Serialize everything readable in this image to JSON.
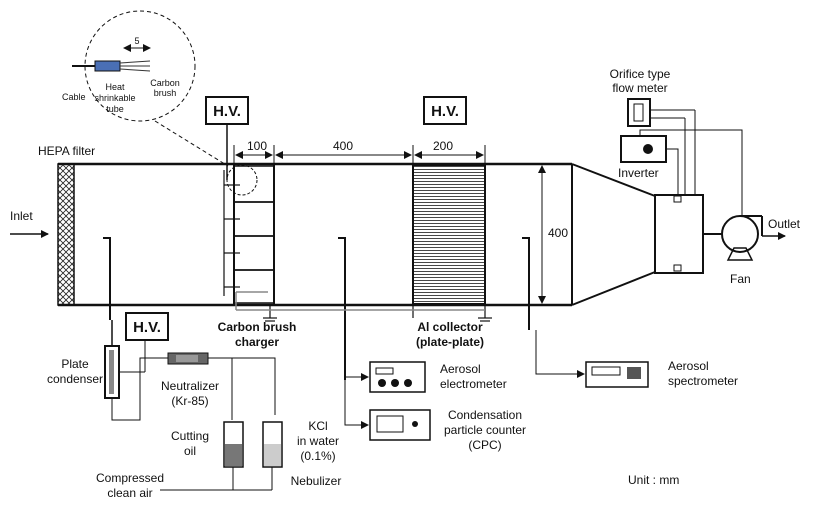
{
  "labels": {
    "inlet": "Inlet",
    "outlet": "Outlet",
    "hepa": "HEPA filter",
    "hv": "H.V.",
    "dim_100": "100",
    "dim_400": "400",
    "dim_200": "200",
    "dim_400_vertical": "400",
    "dim_5": "5",
    "cable": "Cable",
    "heat_tube_1": "Heat",
    "heat_tube_2": "shrinkable",
    "heat_tube_3": "tube",
    "carbon_1": "Carbon",
    "carbon_2": "brush",
    "charger_1": "Carbon brush",
    "charger_2": "charger",
    "collector_1": "Al collector",
    "collector_2": "(plate-plate)",
    "orifice_1": "Orifice type",
    "orifice_2": "flow meter",
    "inverter": "Inverter",
    "fan": "Fan",
    "plate_cond_1": "Plate",
    "plate_cond_2": "condenser",
    "neutralizer_1": "Neutralizer",
    "neutralizer_2": "(Kr-85)",
    "cutting_1": "Cutting",
    "cutting_2": "oil",
    "kcl_1": "KCl",
    "kcl_2": "in water",
    "kcl_3": "(0.1%)",
    "nebulizer": "Nebulizer",
    "compressed_1": "Compressed",
    "compressed_2": "clean air",
    "electrometer_1": "Aerosol",
    "electrometer_2": "electrometer",
    "cpc_1": "Condensation",
    "cpc_2": "particle counter",
    "cpc_3": "(CPC)",
    "spectrometer_1": "Aerosol",
    "spectrometer_2": "spectrometer",
    "unit": "Unit : mm"
  }
}
